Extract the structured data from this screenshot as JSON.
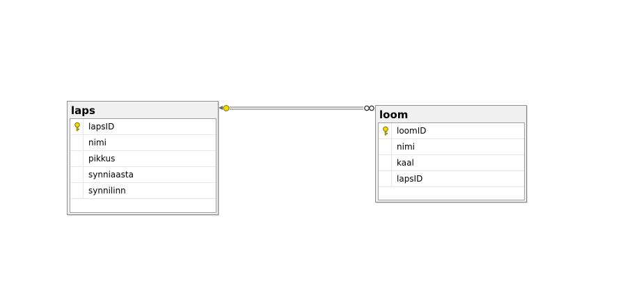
{
  "tables": [
    {
      "name": "laps",
      "columns": [
        {
          "label": "lapsID",
          "primary_key": true
        },
        {
          "label": "nimi",
          "primary_key": false
        },
        {
          "label": "pikkus",
          "primary_key": false
        },
        {
          "label": "synniaasta",
          "primary_key": false
        },
        {
          "label": "synnilinn",
          "primary_key": false
        }
      ]
    },
    {
      "name": "loom",
      "columns": [
        {
          "label": "loomID",
          "primary_key": true
        },
        {
          "label": "nimi",
          "primary_key": false
        },
        {
          "label": "kaal",
          "primary_key": false
        },
        {
          "label": "lapsID",
          "primary_key": false
        }
      ]
    }
  ],
  "relationship": {
    "from": "laps",
    "to": "loom",
    "from_end": "one (key)",
    "to_end": "many (infinity)"
  },
  "colors": {
    "key": "#e8d200",
    "border": "#8e8e8e",
    "line": "#6b6b6b"
  }
}
